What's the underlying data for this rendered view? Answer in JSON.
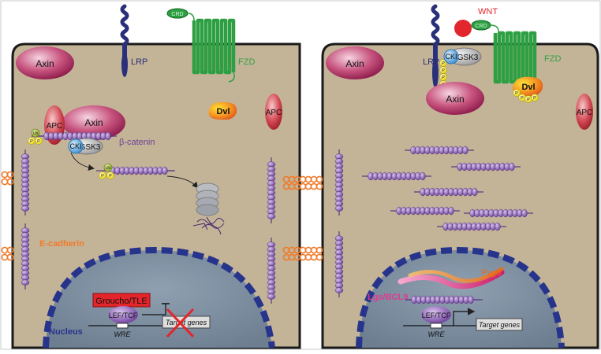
{
  "left_cell": {
    "axin": "Axin",
    "lrp": "LRP",
    "crd": "CRD",
    "fzd": "FZD",
    "dvl": "Dvl",
    "apc_complex": "APC",
    "apc_side": "APC",
    "axin_complex": "Axin",
    "ck": "CKI",
    "gsk3": "GSK3",
    "beta_catenin": "β-catenin",
    "ub_top": "Ub",
    "p1": "P",
    "p2": "P",
    "ub_low": "Ub",
    "p3": "P",
    "p4": "P",
    "ecadherin": "E-cadherin",
    "groucho": "Groucho/TLE",
    "lef_tcf": "LEF/TCF",
    "wre": "WRE",
    "target_genes": "Target genes",
    "nucleus": "Nucleus"
  },
  "right_cell": {
    "wnt": "WNT",
    "crd": "CRD",
    "axin": "Axin",
    "lrp": "LRP",
    "lrp_p": [
      "P",
      "P",
      "P",
      "P"
    ],
    "ck": "CKI",
    "gsk3": "GSK3",
    "fzd": "FZD",
    "axin_bound": "Axin",
    "dvl": "Dvl",
    "dvl_p": [
      "P",
      "P",
      "P",
      "P"
    ],
    "apc_side": "APC",
    "lgs_bcl9": "Lgs/BCL9",
    "pygo": "Pygo",
    "lef_tcf": "LEF/TCF",
    "wre": "WRE",
    "target_genes": "Target genes"
  },
  "colors": {
    "cytoplasm": "#c4b497",
    "nucleus": "#7e8fa0",
    "nuclear_envelope": "#27348b",
    "axin": "#a8235a",
    "apc": "#c93a46",
    "catenin": "#7a4fa3",
    "fzd": "#2ea043",
    "lrp": "#2a2f7a",
    "dvl": "#f08a1f",
    "cadherin_bridge": "#f07a2a",
    "phospho": "#f2e21a",
    "wnt": "#e3262b",
    "groucho": "#e3262b",
    "lgs": "#e03a8f",
    "ck": "#4aa3df"
  }
}
